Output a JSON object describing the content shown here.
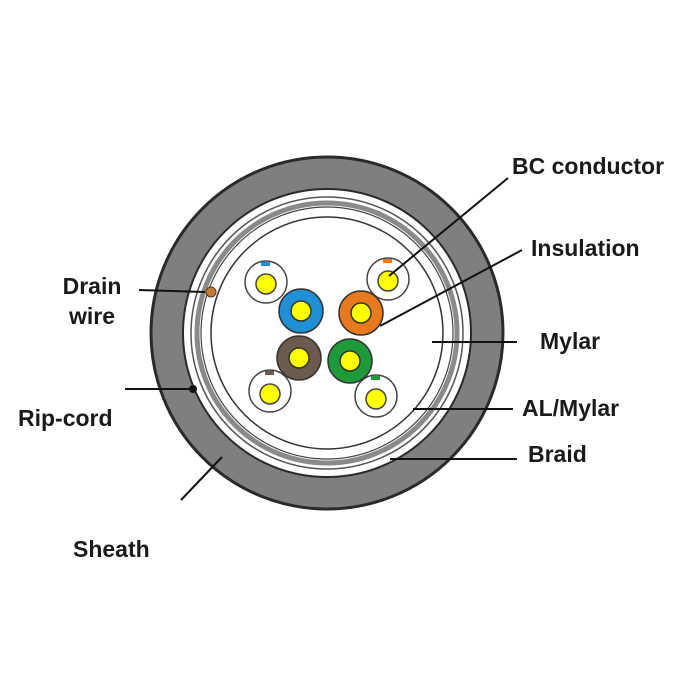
{
  "labels": {
    "bc_conductor": "BC conductor",
    "insulation": "Insulation",
    "mylar": "Mylar",
    "al_mylar": "AL/Mylar",
    "braid": "Braid",
    "drain_wire_line1": "Drain",
    "drain_wire_line2": "wire",
    "rip_cord": "Rip-cord",
    "sheath": "Sheath"
  },
  "colors": {
    "sheath": "#7f7f7f",
    "outline": "#2a2a2a",
    "conductor": "#ffff00",
    "pair_blue": "#1f8fd6",
    "pair_orange": "#e8791e",
    "pair_brown": "#6b5a4e",
    "pair_green": "#1f9a3a",
    "drain_wire": "#c57a3c",
    "rip_cord": "#111111"
  }
}
